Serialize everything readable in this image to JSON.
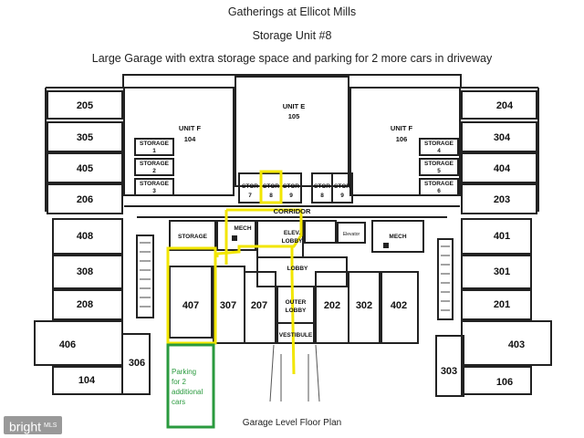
{
  "header": {
    "line1": "Gatherings at Ellicot Mills",
    "line2": "Storage Unit #8",
    "line3": "Large Garage with extra storage space and parking for 2 more cars in driveway"
  },
  "plan": {
    "title": "Garage Level Floor Plan",
    "left_units": [
      "205",
      "305",
      "405",
      "206",
      "408",
      "308",
      "208",
      "406",
      "104"
    ],
    "right_units": [
      "204",
      "304",
      "404",
      "203",
      "401",
      "301",
      "201",
      "403",
      "106"
    ],
    "left_center_units": [
      "306"
    ],
    "right_center_units": [
      "303"
    ],
    "center_units": [
      "407",
      "307",
      "207",
      "202",
      "302",
      "402"
    ],
    "unit_labels": {
      "unit_f_left": [
        "UNIT F",
        "104"
      ],
      "unit_e": [
        "UNIT E",
        "105"
      ],
      "unit_f_right": [
        "UNIT F",
        "106"
      ]
    },
    "storage_left": [
      [
        "STORAGE",
        "1"
      ],
      [
        "STORAGE",
        "2"
      ],
      [
        "STORAGE",
        "3"
      ]
    ],
    "storage_right": [
      [
        "STORAGE",
        "4"
      ],
      [
        "STORAGE",
        "5"
      ],
      [
        "STORAGE",
        "6"
      ]
    ],
    "stor_row": [
      [
        "STOR",
        "7"
      ],
      [
        "STOR",
        "8"
      ],
      [
        "STOR",
        "9"
      ],
      [
        "STOR",
        "8"
      ],
      [
        "STOR",
        "9"
      ]
    ],
    "corridor": "CORRIDOR",
    "mid_rooms": {
      "storage": "STORAGE",
      "mech_left": "MECH",
      "elev_lobby": [
        "ELEV.",
        "LOBBY"
      ],
      "elevator": "Elevator",
      "mech_right": "MECH",
      "lobby": "LOBBY",
      "outer_lobby": [
        "OUTER",
        "LOBBY"
      ],
      "vestibule": "VESTIBULE"
    },
    "parking_note": [
      "Parking",
      "for 2",
      "additional",
      "cars"
    ],
    "highlight_color": "#f2e600",
    "parking_color": "#2a9a3e"
  },
  "watermark": {
    "brand": "bright",
    "suffix": "MLS"
  }
}
